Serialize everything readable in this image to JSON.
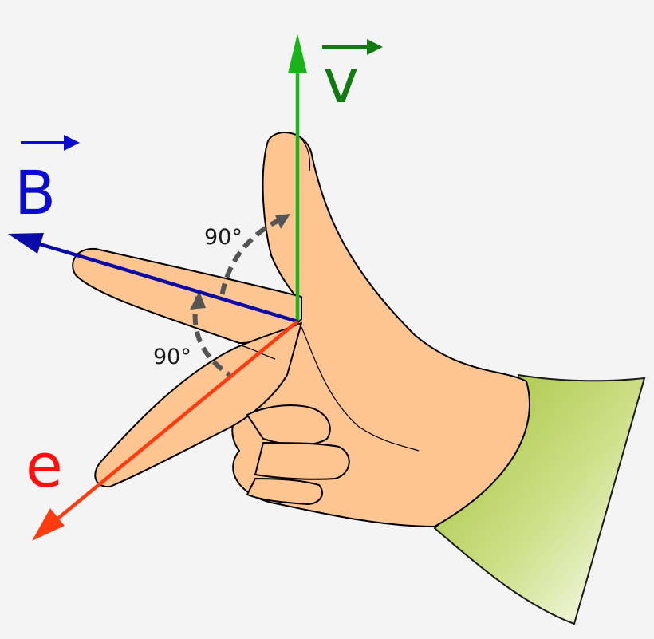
{
  "labels": {
    "velocity": "v",
    "field": "B",
    "emf": "e",
    "angle_upper": "90°",
    "angle_lower": "90°"
  },
  "colors": {
    "background": "#f4f4f4",
    "velocity": "#1ab31a",
    "velocity_text": "#117a11",
    "field": "#0a0aa8",
    "field_text": "#0a0ad0",
    "emf": "#ff3b12",
    "emf_text": "#ff1010",
    "skin": "#fdc591",
    "sleeve_dark": "#9fbf33",
    "sleeve_light": "#ffffff",
    "angle_arrow": "#555555"
  },
  "icons": {
    "hand": "right-hand-icon",
    "sleeve": "sleeve-icon"
  }
}
